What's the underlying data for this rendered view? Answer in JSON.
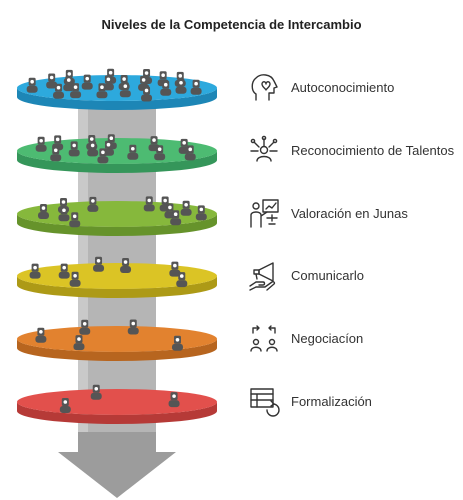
{
  "title": "Niveles de la Competencia de Intercambio",
  "levels": [
    {
      "label": "Autoconocimiento",
      "color": "#2da9dd",
      "dark": "#1d86b6",
      "icon": "head-heart-icon",
      "people": 20
    },
    {
      "label": "Reconocimiento de Talentos",
      "color": "#4dbb72",
      "dark": "#35965a",
      "icon": "person-network-icon",
      "people": 14
    },
    {
      "label": "Valoración en Junas",
      "color": "#86b83c",
      "dark": "#66932b",
      "icon": "presenter-chart-icon",
      "people": 11
    },
    {
      "label": "Comunicarlo",
      "color": "#dbc425",
      "dark": "#ad9a16",
      "icon": "megaphone-hand-icon",
      "people": 7
    },
    {
      "label": "Negociacíon",
      "color": "#e2822f",
      "dark": "#b7651f",
      "icon": "exchange-people-icon",
      "people": 5
    },
    {
      "label": "Formalización",
      "color": "#e2504c",
      "dark": "#b63a37",
      "icon": "contract-cycle-icon",
      "people": 3
    }
  ],
  "colors": {
    "pillar": "#b5b5b5",
    "arrow": "#9c9c9c",
    "person": "#555555",
    "text": "#333333"
  }
}
